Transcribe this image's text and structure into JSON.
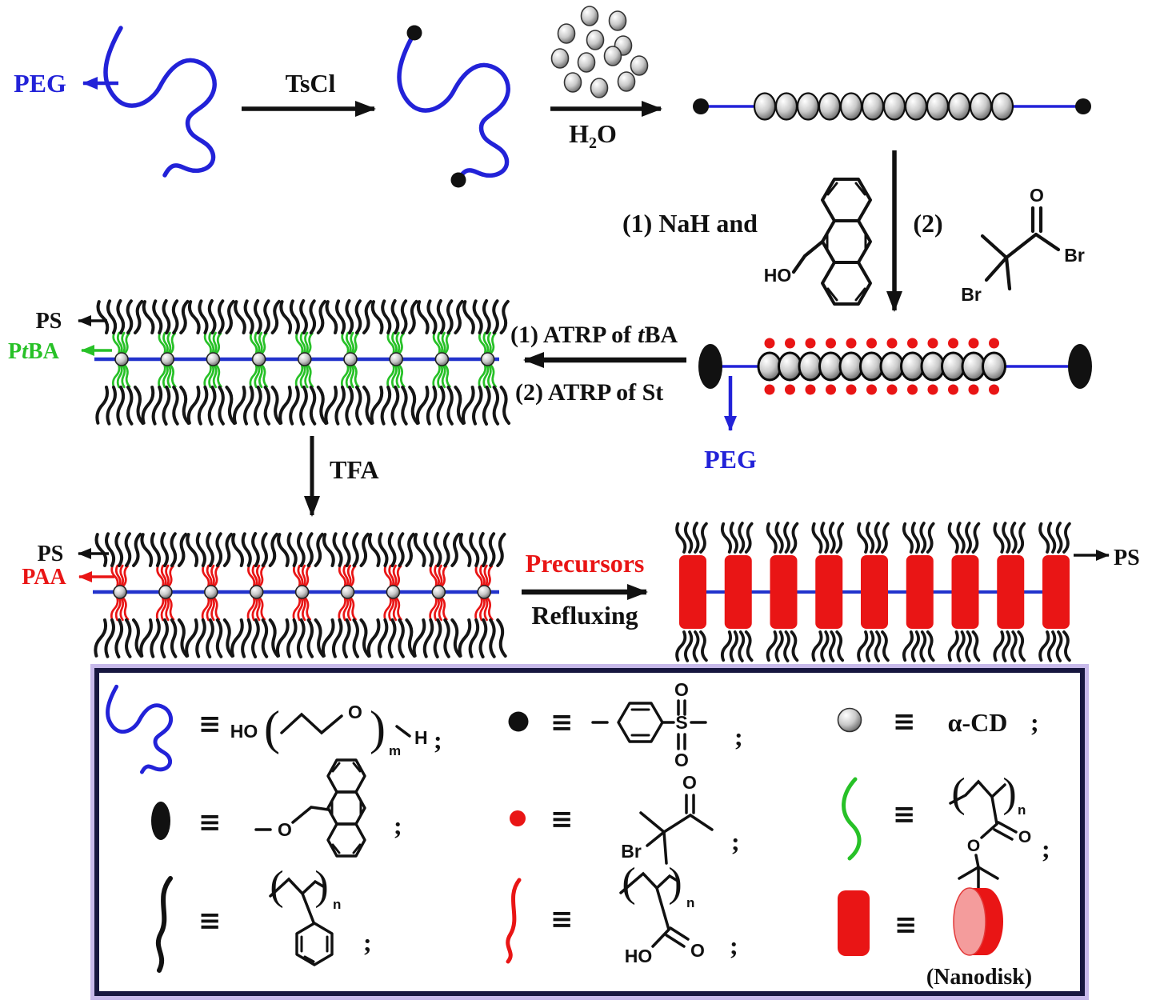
{
  "labels": {
    "peg": "PEG",
    "tscl": "TsCl",
    "h2o_h": "H",
    "h2o_2": "2",
    "h2o_o": "O",
    "nah_step": "(1) NaH and",
    "step2": "(2)",
    "anthracenol_ho": "HO",
    "acylbr_o": "O",
    "acylbr_br_left": "Br",
    "acylbr_br_right": "Br",
    "ps": "PS",
    "ptba_p": "P",
    "ptba_t": "t",
    "ptba_ba": "BA",
    "atrp1_pre": "(1) ATRP of",
    "atrp1_t": "t",
    "atrp1_post": "BA",
    "atrp2": "(2) ATRP of St",
    "peg_bottom": "PEG",
    "tfa": "TFA",
    "paa": "PAA",
    "precursors": "Precursors",
    "refluxing": "Refluxing",
    "equiv": "≡",
    "semicolon": ";"
  },
  "legend": {
    "peo": {
      "ho": "HO",
      "o": "O",
      "paren_open": "(",
      "paren_close": ")",
      "sub_m": "m",
      "h": "H"
    },
    "tosyl": {
      "s": "S",
      "o_top": "O",
      "o_bottom": "O"
    },
    "alpha_cd": "α-CD",
    "anthracene_ether_o": "O",
    "initiator": {
      "br": "Br",
      "o": "O"
    },
    "ptba_unit": {
      "paren_open": "(",
      "paren_close": ")",
      "sub_n": "n",
      "o_ester": "O",
      "o_carbonyl": "O"
    },
    "ps_unit": {
      "paren_open": "(",
      "paren_close": ")",
      "sub_n": "n"
    },
    "paa_unit": {
      "paren_open": "(",
      "paren_close": ")",
      "sub_n": "n",
      "ho": "HO",
      "o": "O"
    },
    "nanodisk_caption": "(Nanodisk)"
  },
  "figure": {
    "counts": {
      "free_cyclodextrins": 12,
      "rotaxane_beads": 12,
      "brush_side_chain_clusters": 9,
      "nanodisks": 9
    },
    "colors": {
      "blue": "#2222d8",
      "green": "#27c127",
      "red": "#e91515",
      "black": "#151515",
      "legend_border": "#17173f",
      "legend_outline": "#c7b9ea"
    }
  }
}
